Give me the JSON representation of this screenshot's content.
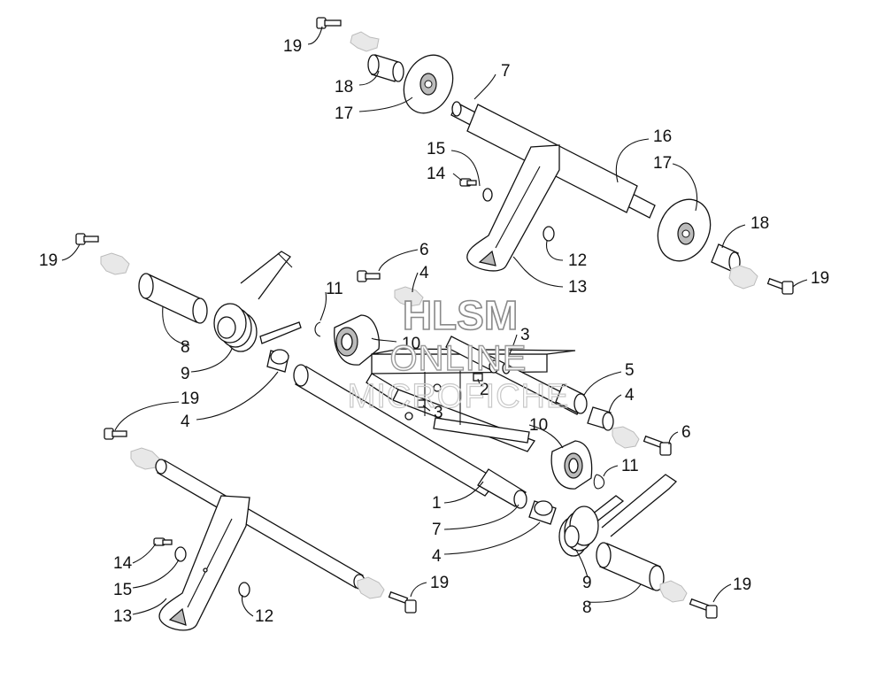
{
  "callouts": {
    "c19a": "19",
    "c18a": "18",
    "c17a": "17",
    "c7a": "7",
    "c16": "16",
    "c17b": "17",
    "c18b": "18",
    "c19b": "19",
    "c15a": "15",
    "c14a": "14",
    "c12a": "12",
    "c13a": "13",
    "c19c": "19",
    "c8a": "8",
    "c9a": "9",
    "c19d": "19",
    "c4a": "4",
    "c6a": "6",
    "c4b": "4",
    "c11a": "11",
    "c10a": "10",
    "c3a": "3",
    "c2": "2",
    "c3b": "3",
    "c5": "5",
    "c4c": "4",
    "c6b": "6",
    "c10b": "10",
    "c11b": "11",
    "c1": "1",
    "c7b": "7",
    "c4d": "4",
    "c14b": "14",
    "c15b": "15",
    "c13b": "13",
    "c12b": "12",
    "c19e": "19",
    "c9b": "9",
    "c8b": "8",
    "c19f": "19"
  },
  "watermark": {
    "line1": "HLSM",
    "line2": "ONLINE",
    "line3": "MICROFICHE"
  }
}
